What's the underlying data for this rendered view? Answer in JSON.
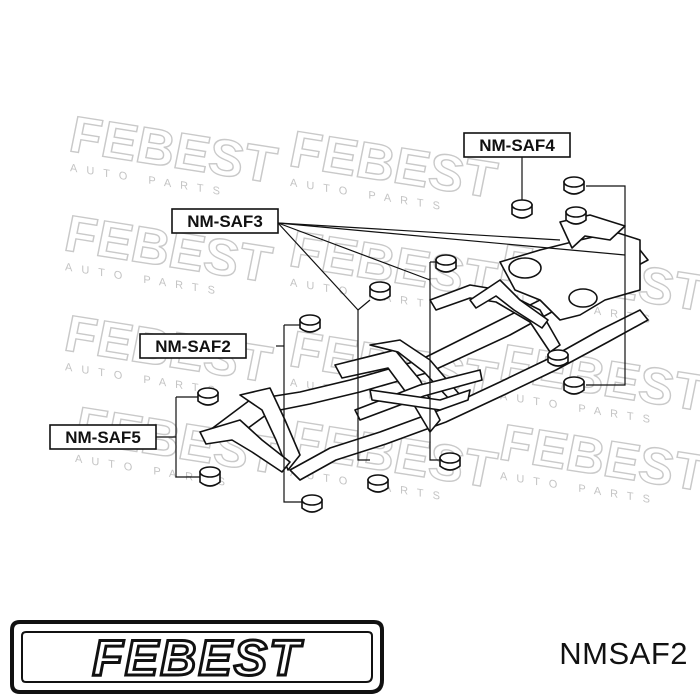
{
  "watermark": {
    "brand": "FEBEST",
    "sub": "AUTO PARTS"
  },
  "callouts": {
    "saf2": "NM-SAF2",
    "saf3": "NM-SAF3",
    "saf4": "NM-SAF4",
    "saf5": "NM-SAF5"
  },
  "footer": {
    "brand": "FEBEST",
    "part_number": "NMSAF2"
  }
}
